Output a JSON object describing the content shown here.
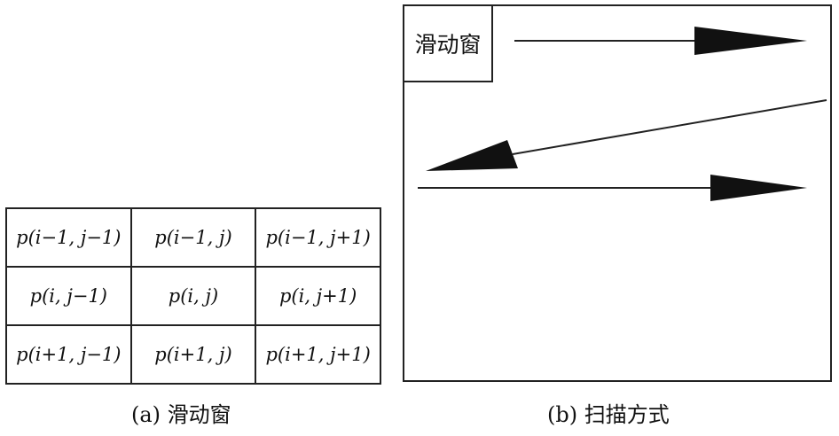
{
  "panel_a": {
    "caption": "(a) 滑动窗",
    "cells": [
      [
        "p(i−1, j−1)",
        "p(i−1, j)",
        "p(i−1, j+1)"
      ],
      [
        "p(i, j−1)",
        "p(i, j)",
        "p(i, j+1)"
      ],
      [
        "p(i+1, j−1)",
        "p(i+1, j)",
        "p(i+1, j+1)"
      ]
    ]
  },
  "panel_b": {
    "caption": "(b) 扫描方式",
    "window_label": "滑动窗"
  },
  "colors": {
    "stroke": "#222222",
    "background": "#ffffff"
  }
}
